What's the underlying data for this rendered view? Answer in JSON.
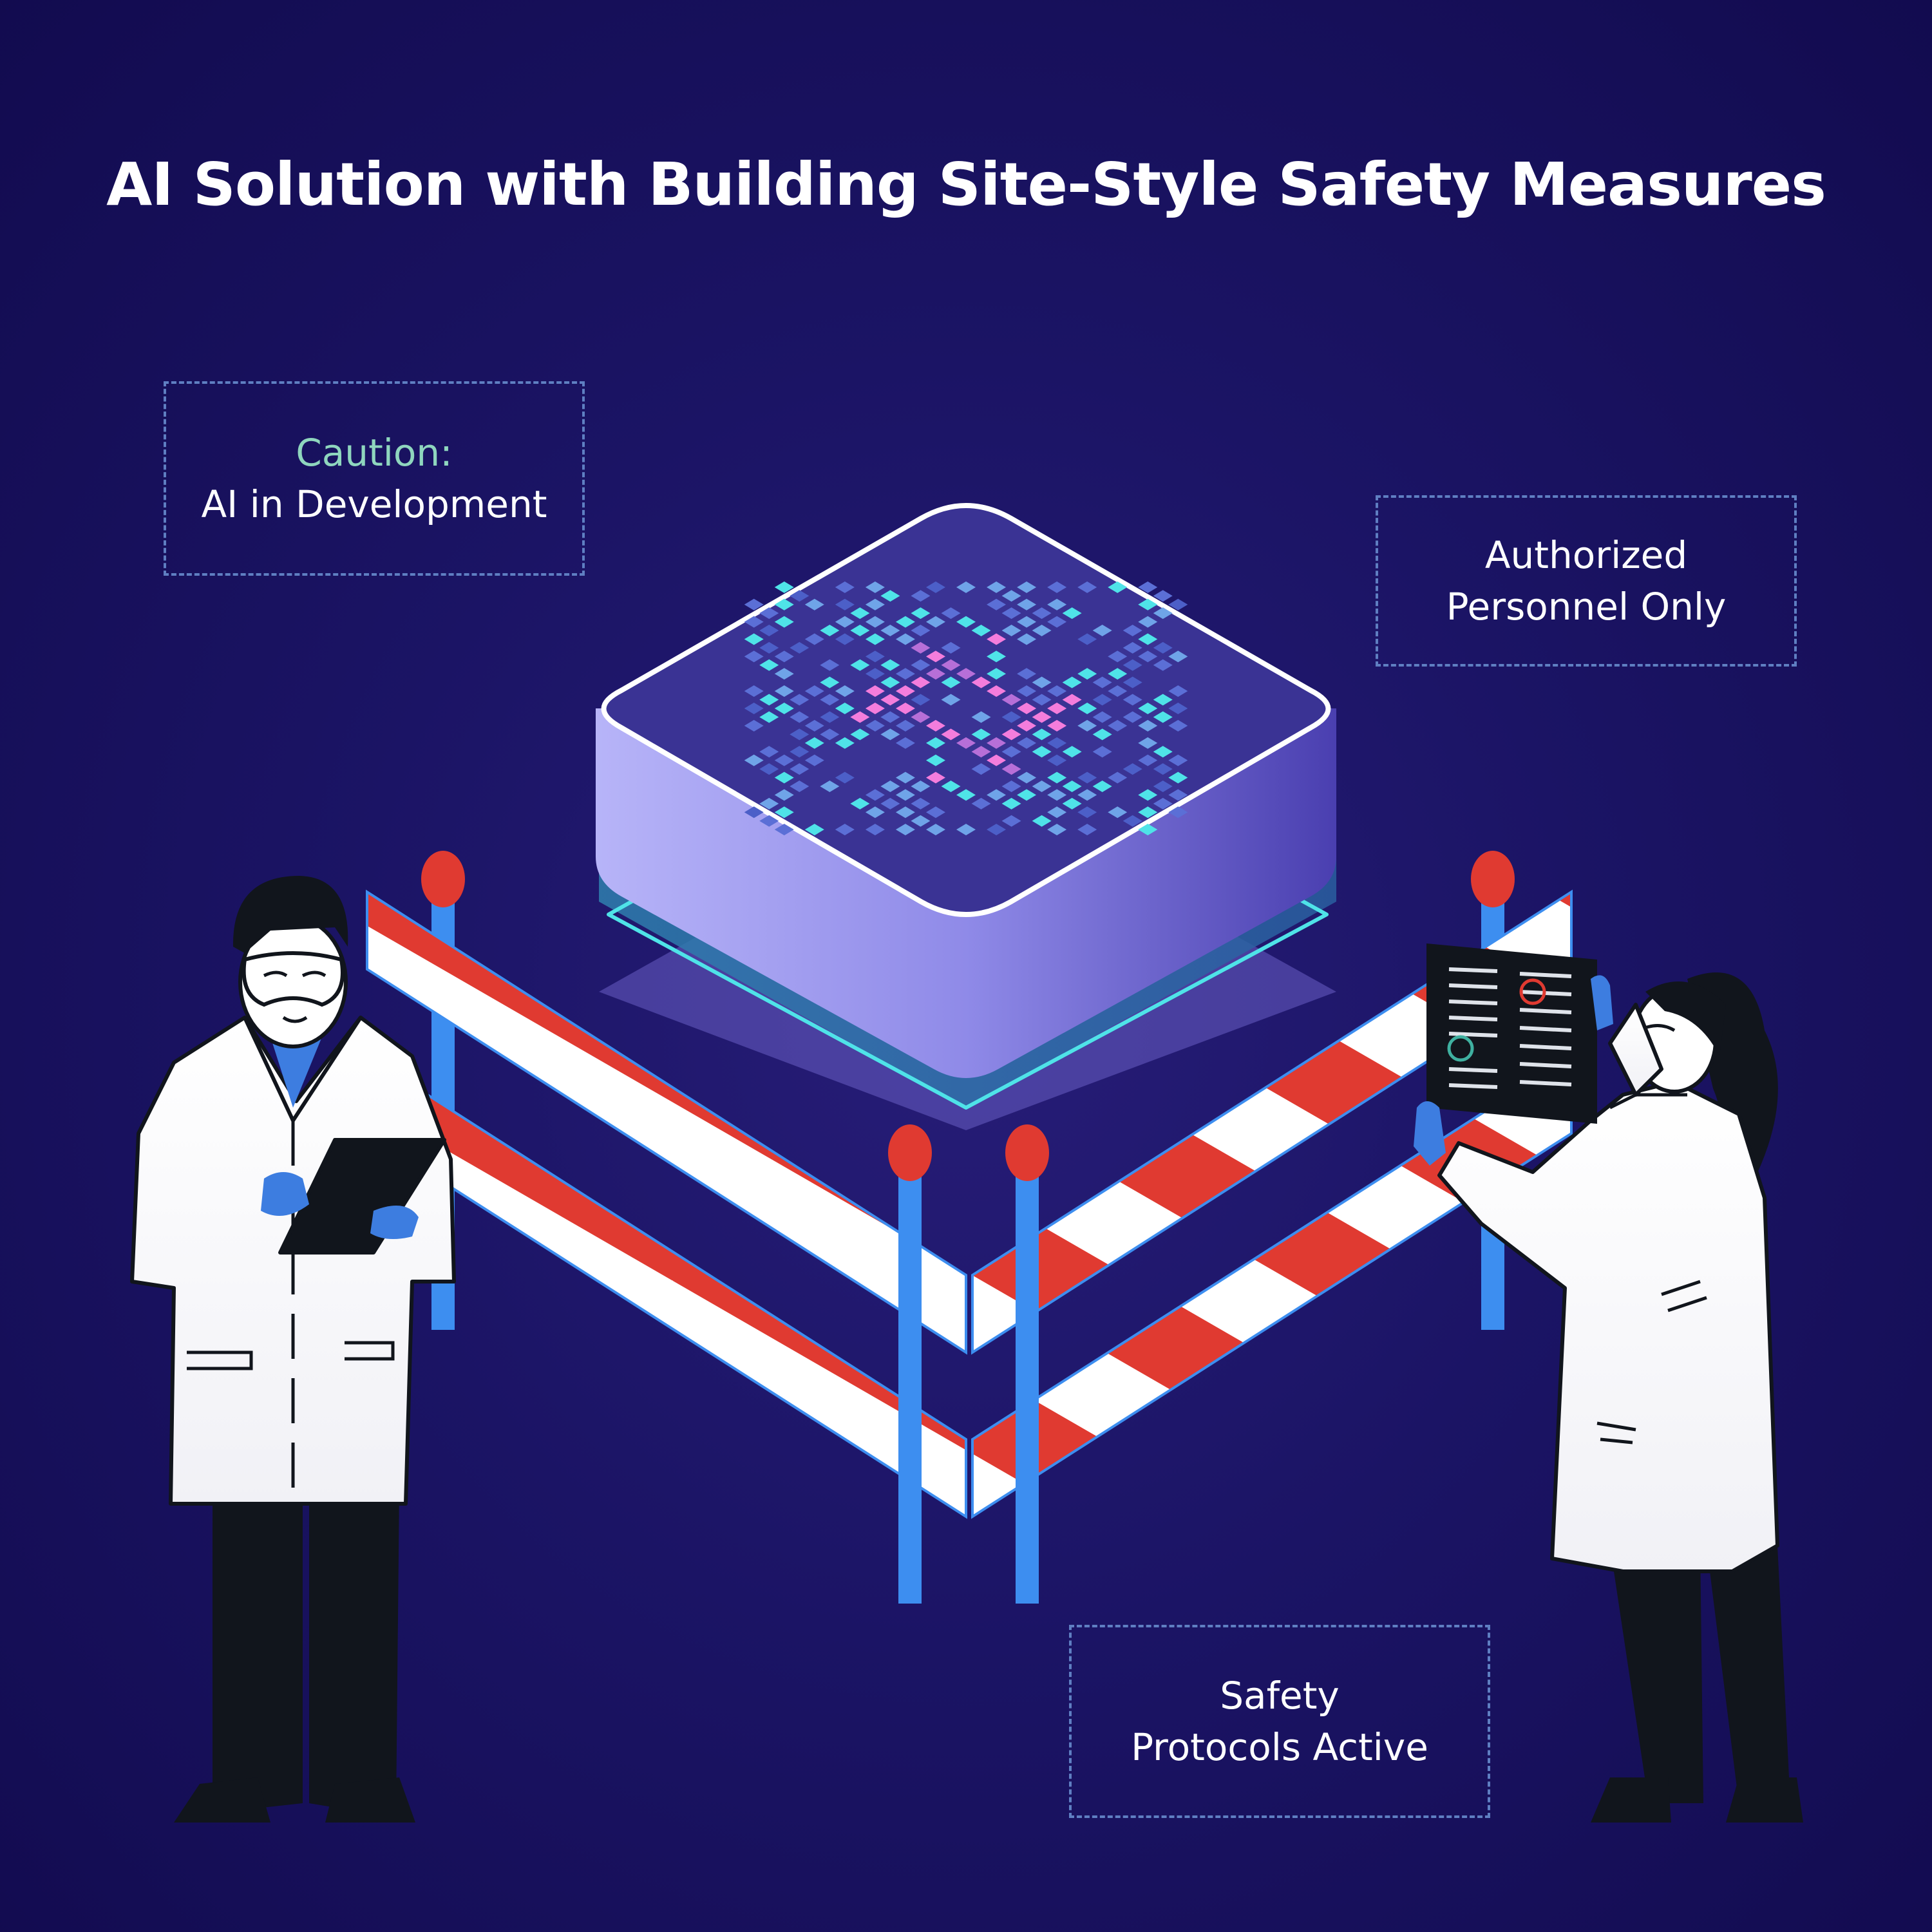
{
  "title": "AI Solution with Building Site-Style Safety Measures",
  "signs": {
    "caution": {
      "heading": "Caution:",
      "body": "AI in Development"
    },
    "authorized": {
      "line1": "Authorized",
      "line2": "Personnel Only"
    },
    "safety": {
      "line1": "Safety",
      "line2": "Protocols Active"
    }
  },
  "colors": {
    "background": "#1b1465",
    "barrier_red": "#e03a31",
    "barrier_white": "#ffffff",
    "post_blue": "#3d8ef0",
    "chip_top": "#3a3394",
    "cyan_light": "#4fe3e8",
    "pink_light": "#f47ddc",
    "glove_blue": "#3d7de0",
    "accent_text": "#8fd6be"
  },
  "illustration": {
    "chip_icon": "ai-chip-icon",
    "barrier_icon": "construction-barrier-icon",
    "scientist_left": "scientist-with-tablet",
    "scientist_right": "scientist-with-document"
  }
}
